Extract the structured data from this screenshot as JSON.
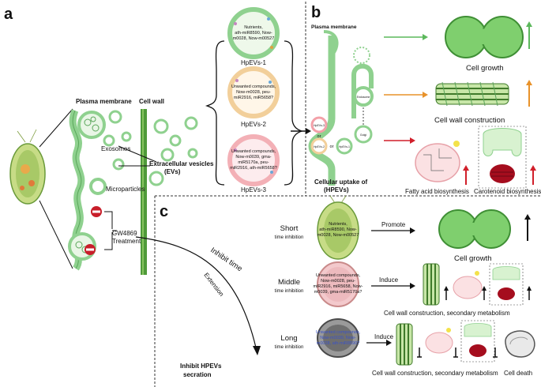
{
  "panels": {
    "a": "a",
    "b": "b",
    "c": "c"
  },
  "panel_a": {
    "plasma_membrane": "Plasma membrane",
    "cell_wall": "Cell wall",
    "exosomes": "Exosomes",
    "microparticles": "Microparticles",
    "gw4869_line1": "GW4869",
    "gw4869_line2": "Treatment",
    "extracellular_line1": "Extracellular vesicles",
    "extracellular_line2": "(EVs)",
    "hpevs": [
      {
        "name": "HpEVs-1",
        "contents": [
          "Nutrients,",
          "ath-miR8590, Now-",
          "m0028, Now-m00527"
        ]
      },
      {
        "name": "HpEVs-2",
        "contents": [
          "Unwanted compounds,",
          "Now-m0028, peu-",
          "miR2916, miR5658?"
        ]
      },
      {
        "name": "HpEVs-3",
        "contents": [
          "Unwanted compounds,",
          "Now-m0039, gma-",
          "miR5170a, peu-",
          "miR2916, ath-miR5658?"
        ]
      }
    ]
  },
  "panel_b": {
    "plasma_membrane": "Plasma membrane",
    "uptake_line1": "Cellular uptake of",
    "uptake_line2": "(HPEVs)",
    "vesicle_labels": [
      "HpEVs-1",
      "HpEVs-2",
      "HpEVs-3",
      "or",
      "or",
      "Endosome",
      "Golgi"
    ],
    "cell_growth": "Cell growth",
    "cell_wall_construction": "Cell wall construction",
    "fatty_acid": "Fatty acid biosynthesis",
    "carotenoid": "Carotenoid biosynthesis"
  },
  "panel_c": {
    "inhibit_time": "Inhibit time",
    "extension": "Extension",
    "inhibit_line1": "Inhibit HPEVs",
    "inhibit_line2": "secration",
    "rows": [
      {
        "title": "Short",
        "subtitle": "time inhibition",
        "contents": [
          "Nutrients,",
          "ath-miR8590, Now-",
          "m0028, Now-m00527"
        ],
        "action": "Promote",
        "result": "Cell growth"
      },
      {
        "title": "Middle",
        "subtitle": "time inhibition",
        "contents": [
          "Unwanted compounds,",
          "Now-m0028, peu-",
          "miR2916, miR5658, Now-",
          "m0039, gma-miR5170a?"
        ],
        "action": "Induce",
        "result": "Cell wall construction, secondary metabolism"
      },
      {
        "title": "Long",
        "subtitle": "time inhibition",
        "contents": [
          "Unwanted compounds,",
          "Now-m0039, Now-",
          "m0028, ath-miR8590?"
        ],
        "action": "Induce",
        "result": "Cell wall construction, secondary metabolism"
      }
    ],
    "cell_death": "Cell death"
  },
  "colors": {
    "green": "#5cb85c",
    "membrane": "#8fd18f",
    "wall": "#4f9a3a",
    "orange": "#e8922a",
    "red": "#d11f2a",
    "pink": "#f3a0a8",
    "black": "#111111"
  }
}
